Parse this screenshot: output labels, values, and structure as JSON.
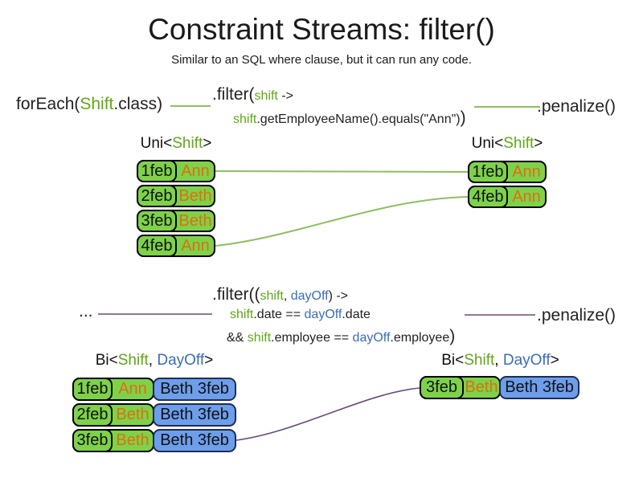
{
  "title": "Constraint Streams: filter()",
  "subtitle": "Similar to an SQL where clause, but it can run any code.",
  "colors": {
    "green_text": "#5fa816",
    "green_fill": "#7ed24a",
    "blue_text": "#3a6db8",
    "blue_fill": "#6d9eeb",
    "orange_text": "#e06d10",
    "green_line": "#8fbf5f",
    "purple_line": "#6b4a7a",
    "blue_border": "#1f2d50"
  },
  "section1": {
    "foreach": {
      "p1": "forEach(",
      "p2": "Shift",
      "p3": ".class)"
    },
    "filter_l1": {
      "p1": ".filter(",
      "p2": "shift",
      "p3": " ->"
    },
    "filter_l2": {
      "p1": "shift",
      "p2": ".getEmployeeName().equals(\"Ann\")",
      "p3": ")"
    },
    "penalize": ".penalize()",
    "uni_left_label": {
      "p1": "Uni<",
      "p2": "Shift",
      "p3": ">"
    },
    "uni_right_label": {
      "p1": "Uni<",
      "p2": "Shift",
      "p3": ">"
    },
    "uni_left_rows": [
      {
        "date": "1feb",
        "name": "Ann"
      },
      {
        "date": "2feb",
        "name": "Beth"
      },
      {
        "date": "3feb",
        "name": "Beth"
      },
      {
        "date": "4feb",
        "name": "Ann"
      }
    ],
    "uni_right_rows": [
      {
        "date": "1feb",
        "name": "Ann"
      },
      {
        "date": "4feb",
        "name": "Ann"
      }
    ]
  },
  "section2": {
    "dots": "...",
    "filter_l1": {
      "p1": ".filter((",
      "p2": "shift",
      "p3": ", ",
      "p4": "dayOff",
      "p5": ") ->"
    },
    "filter_l2": {
      "p1": "shift",
      "p2": ".date == ",
      "p3": "dayOff",
      "p4": ".date"
    },
    "filter_l3": {
      "p1": "&& ",
      "p2": "shift",
      "p3": ".employee == ",
      "p4": "dayOff",
      "p5": ".employee",
      "p6": ")"
    },
    "penalize": ".penalize()",
    "bi_left_label": {
      "p1": "Bi<",
      "p2": "Shift",
      "p3": ", ",
      "p4": "DayOff",
      "p5": ">"
    },
    "bi_right_label": {
      "p1": "Bi<",
      "p2": "Shift",
      "p3": ", ",
      "p4": "DayOff",
      "p5": ">"
    },
    "bi_left_rows": [
      {
        "date": "1feb",
        "name": "Ann",
        "pair": "Beth 3feb"
      },
      {
        "date": "2feb",
        "name": "Beth",
        "pair": "Beth 3feb"
      },
      {
        "date": "3feb",
        "name": "Beth",
        "pair": "Beth 3feb"
      }
    ],
    "bi_right_rows": [
      {
        "date": "3feb",
        "name": "Beth",
        "pair": "Beth 3feb"
      }
    ]
  }
}
